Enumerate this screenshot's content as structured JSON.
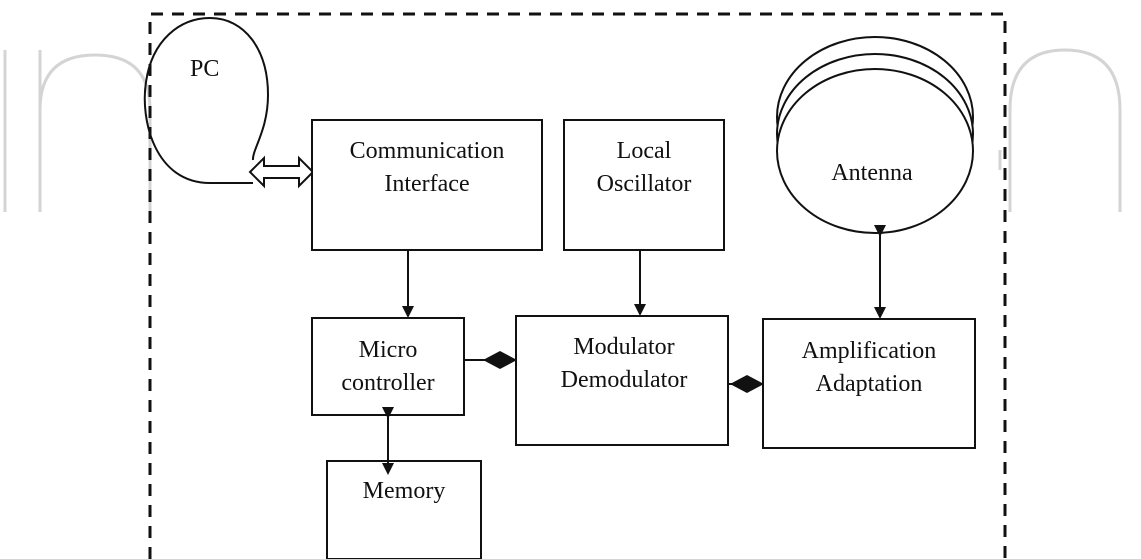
{
  "diagram": {
    "nodes": {
      "pc": {
        "label": "PC"
      },
      "comm": {
        "line1": "Communication",
        "line2": "Interface"
      },
      "osc": {
        "line1": "Local",
        "line2": "Oscillator"
      },
      "antenna": {
        "label": "Antenna"
      },
      "mcu": {
        "line1": "Micro",
        "line2": "controller"
      },
      "moddem": {
        "line1": "Modulator",
        "line2": "Demodulator"
      },
      "amp": {
        "line1": "Amplification",
        "line2": "Adaptation"
      },
      "memory": {
        "label": "Memory"
      }
    },
    "edges": [
      {
        "from": "pc",
        "to": "comm",
        "style": "hollow-double-arrow"
      },
      {
        "from": "comm",
        "to": "mcu",
        "style": "arrow"
      },
      {
        "from": "osc",
        "to": "moddem",
        "style": "arrow"
      },
      {
        "from": "mcu",
        "to": "moddem",
        "style": "diamond-connector"
      },
      {
        "from": "moddem",
        "to": "amp",
        "style": "diamond-connector"
      },
      {
        "from": "amp",
        "to": "antenna",
        "style": "double-arrow"
      },
      {
        "from": "mcu",
        "to": "memory",
        "style": "double-arrow"
      }
    ],
    "colors": {
      "stroke": "#111111",
      "watermark": "#d4d4d4",
      "background": "#ffffff"
    }
  }
}
